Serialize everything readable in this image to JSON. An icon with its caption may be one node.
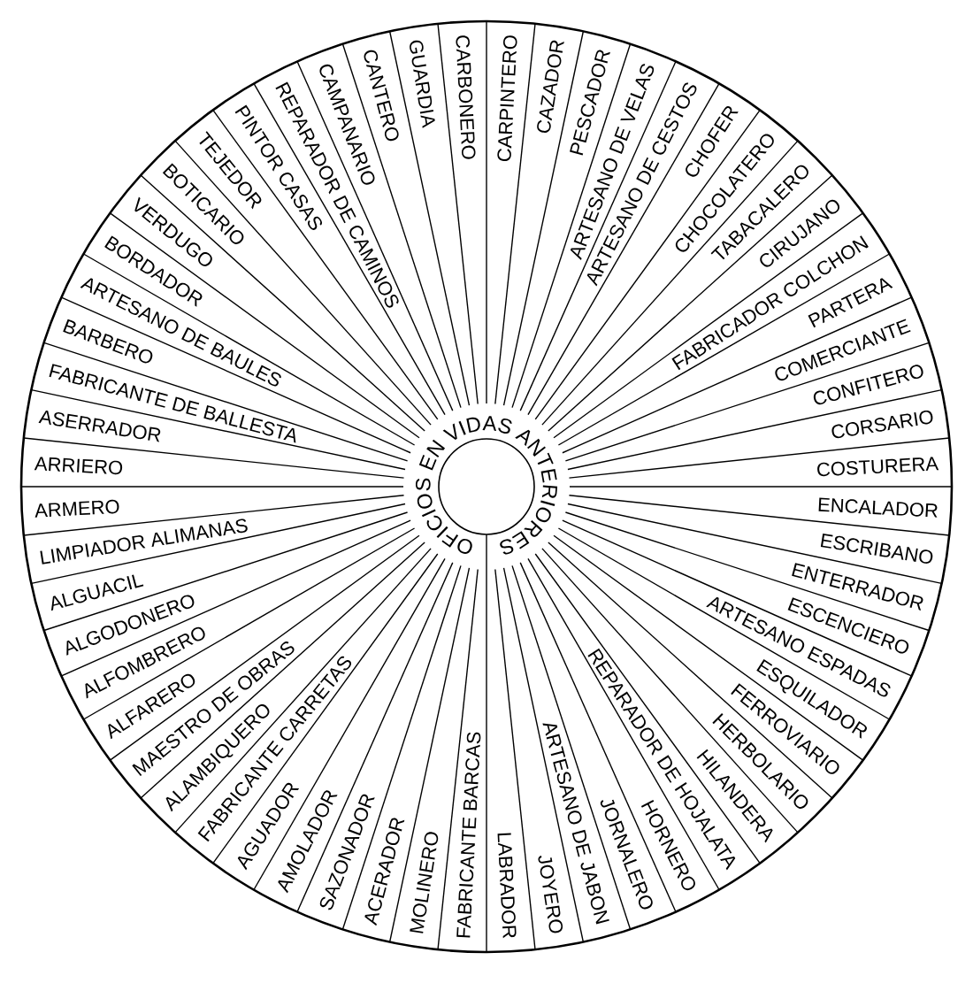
{
  "diagram": {
    "title": "OFICIOS EN VIDAS ANTERIORES",
    "nodes": [
      {
        "text": [
          "CARBONERO"
        ]
      },
      {
        "text": [
          "CARPINTERO"
        ]
      },
      {
        "text": [
          "CAZADOR"
        ]
      },
      {
        "text": [
          "PESCADOR"
        ]
      },
      {
        "text": [
          "ARTESANO DE VELAS"
        ]
      },
      {
        "text": [
          "ARTESANO DE CESTOS"
        ]
      },
      {
        "text": [
          "CHOFER"
        ]
      },
      {
        "text": [
          "CHOCOLATERO"
        ]
      },
      {
        "text": [
          "TABACALERO"
        ]
      },
      {
        "text": [
          "CIRUJANO"
        ]
      },
      {
        "text": [
          "FABRICADOR COLCHON"
        ]
      },
      {
        "text": [
          "PARTERA"
        ]
      },
      {
        "text": [
          "COMERCIANTE"
        ]
      },
      {
        "text": [
          "CONFITERO"
        ]
      },
      {
        "text": [
          "CORSARIO"
        ]
      },
      {
        "text": [
          "COSTURERA"
        ]
      },
      {
        "text": [
          "ENCALADOR"
        ]
      },
      {
        "text": [
          "ESCRIBANO"
        ]
      },
      {
        "text": [
          "ENTERRADOR"
        ]
      },
      {
        "text": [
          "ESCENCIERO"
        ]
      },
      {
        "text": [
          "ARTESANO ESPADAS"
        ]
      },
      {
        "text": [
          "ESQUILADOR"
        ]
      },
      {
        "text": [
          "FERROVIARIO"
        ]
      },
      {
        "text": [
          "HERBOLARIO"
        ]
      },
      {
        "text": [
          "HILANDERA"
        ]
      },
      {
        "text": [
          "REPARADOR DE HOJALATA"
        ]
      },
      {
        "text": [
          "HORNERO"
        ]
      },
      {
        "text": [
          "JORNALERO"
        ]
      },
      {
        "text": [
          "ARTESANO DE JABON"
        ]
      },
      {
        "text": [
          "JOYERO"
        ]
      },
      {
        "text": [
          "LABRADOR"
        ]
      },
      {
        "text": [
          "FABRICANTE BARCAS"
        ]
      },
      {
        "text": [
          "MOLINERO"
        ]
      },
      {
        "text": [
          "ACERADOR"
        ]
      },
      {
        "text": [
          "SAZONADOR"
        ]
      },
      {
        "text": [
          "AMOLADOR"
        ]
      },
      {
        "text": [
          "AGUADOR"
        ]
      },
      {
        "text": [
          "FABRICANTE CARRETAS"
        ]
      },
      {
        "text": [
          "ALAMBIQUERO"
        ]
      },
      {
        "text": [
          "MAESTRO DE OBRAS"
        ]
      },
      {
        "text": [
          "ALFARERO"
        ]
      },
      {
        "text": [
          "ALFOMBRERO"
        ]
      },
      {
        "text": [
          "ALGODONERO"
        ]
      },
      {
        "text": [
          "ALGUACIL"
        ]
      },
      {
        "text": [
          "LIMPIADOR ALIMANAS"
        ]
      },
      {
        "text": [
          "ARMERO"
        ]
      },
      {
        "text": [
          "ARRIERO"
        ]
      },
      {
        "text": [
          "ASERRADOR"
        ]
      },
      {
        "text": [
          "FABRICANTE DE BALLESTA"
        ]
      },
      {
        "text": [
          "BARBERO"
        ]
      },
      {
        "text": [
          "ARTESANO DE BAULES"
        ]
      },
      {
        "text": [
          "BORDADOR"
        ]
      },
      {
        "text": [
          "VERDUGO"
        ]
      },
      {
        "text": [
          "BOTICARIO"
        ]
      },
      {
        "text": [
          "TEJEDOR"
        ]
      },
      {
        "text": [
          "PINTOR CASAS"
        ]
      },
      {
        "text": [
          "REPARADOR DE CAMINOS"
        ]
      },
      {
        "text": [
          "CAMPANARIO"
        ]
      },
      {
        "text": [
          "CANTERO"
        ]
      },
      {
        "text": [
          "GUARDIA"
        ]
      }
    ]
  }
}
